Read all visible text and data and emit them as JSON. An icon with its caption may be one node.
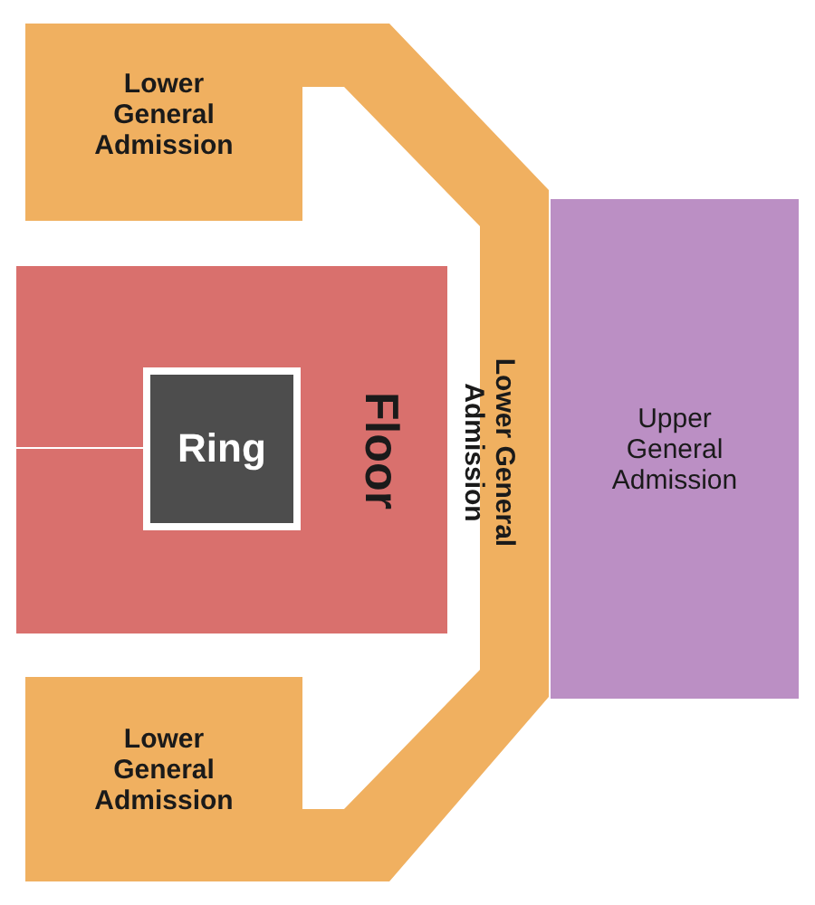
{
  "diagram": {
    "nodes": [
      {
        "text": [
          "Lower General Admission",
          "Lower General Admission",
          "Lower General Admission"
        ]
      },
      {
        "text": [
          "Floor"
        ]
      },
      {
        "text": [
          "Ring"
        ],
        "in": 1
      },
      {
        "text": [
          "Upper General Admission"
        ]
      }
    ]
  }
}
